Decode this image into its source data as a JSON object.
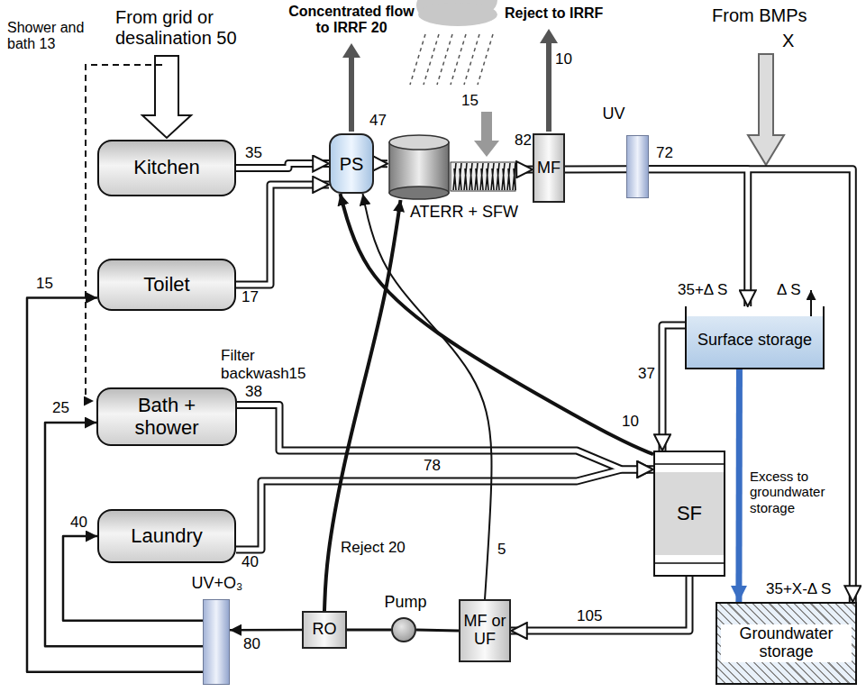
{
  "diagram": {
    "nodes": [
      {
        "text": [
          "Kitchen"
        ]
      },
      {
        "text": [
          "PS"
        ]
      },
      {
        "text": [
          "ATERR + SFW"
        ]
      },
      {
        "text": [
          "MF"
        ]
      },
      {
        "text": [
          "UV"
        ]
      },
      {
        "text": [
          "Toilet"
        ]
      },
      {
        "text": [
          "Surface storage"
        ]
      },
      {
        "text": [
          "Bath + shower"
        ]
      },
      {
        "text": [
          "SF"
        ]
      },
      {
        "text": [
          "Laundry"
        ]
      },
      {
        "text": [
          "UV+O₃"
        ]
      },
      {
        "text": [
          "RO"
        ]
      },
      {
        "text": [
          "Pump"
        ]
      },
      {
        "text": [
          "MF or UF"
        ]
      },
      {
        "text": [
          "Groundwater storage"
        ]
      }
    ],
    "edges": [
      {
        "from": 0,
        "to": 1,
        "arrow": "to"
      },
      {
        "from": 5,
        "to": 1,
        "arrow": "to"
      },
      {
        "from": 1,
        "to": 2,
        "arrow": "to"
      },
      {
        "from": 2,
        "to": 3,
        "arrow": "to"
      },
      {
        "from": 3,
        "to": 4,
        "arrow": "none"
      },
      {
        "from": 4,
        "to": 6,
        "arrow": "to"
      },
      {
        "from": 4,
        "to": 14,
        "arrow": "to"
      },
      {
        "from": 6,
        "to": 14,
        "arrow": "to"
      },
      {
        "from": 6,
        "to": 8,
        "arrow": "to"
      },
      {
        "from": 7,
        "to": 8,
        "arrow": "to"
      },
      {
        "from": 9,
        "to": 8,
        "arrow": "to"
      },
      {
        "from": 8,
        "to": 1,
        "arrow": "to"
      },
      {
        "from": 13,
        "to": 1,
        "arrow": "to"
      },
      {
        "from": 11,
        "to": 2,
        "arrow": "to"
      },
      {
        "from": 8,
        "to": 13,
        "arrow": "to"
      },
      {
        "from": 13,
        "to": 12,
        "arrow": "none"
      },
      {
        "from": 12,
        "to": 11,
        "arrow": "none"
      },
      {
        "from": 11,
        "to": 10,
        "arrow": "to"
      },
      {
        "from": 10,
        "to": 5,
        "arrow": "to"
      },
      {
        "from": 10,
        "to": 7,
        "arrow": "to"
      },
      {
        "from": 10,
        "to": 9,
        "arrow": "to"
      }
    ],
    "labels": [
      "From grid or desalination 50",
      "Shower and bath 13",
      "Concentrated flow to IRRF 20",
      "Reject to IRRF",
      "10",
      "From BMPs",
      "X",
      "15",
      "35",
      "47",
      "82",
      "72",
      "35+Δ S",
      "Δ S",
      "15",
      "17",
      "37",
      "10",
      "Filter backwash15",
      "38",
      "78",
      "25",
      "40",
      "40",
      "Reject 20",
      "5",
      "105",
      "80",
      "Excess to groundwater storage",
      "35+X-Δ S"
    ]
  }
}
